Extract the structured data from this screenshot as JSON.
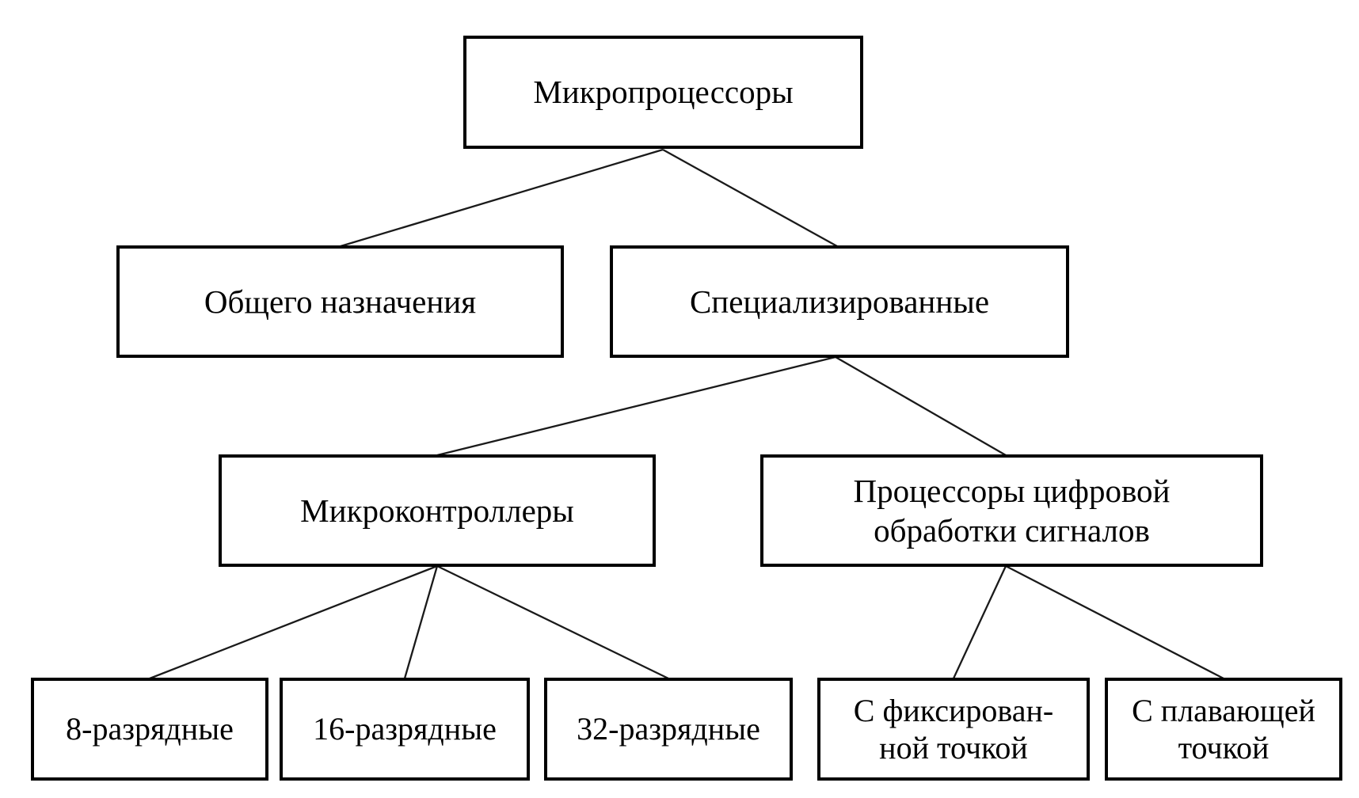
{
  "diagram": {
    "type": "tree",
    "language": "ru",
    "colors": {
      "box_border": "#000000",
      "box_fill": "#ffffff",
      "text": "#000000",
      "connector": "#1a1a1a",
      "page_background": "#ffffff"
    },
    "nodes": {
      "root": {
        "label": "Микропроцессоры"
      },
      "general_purpose": {
        "label": "Общего назначения"
      },
      "specialized": {
        "label": "Специализированные"
      },
      "microcontrollers": {
        "label": "Микроконтроллеры"
      },
      "dsp": {
        "label": "Процессоры цифровой обработки сигналов",
        "lines": [
          "Процессоры цифровой",
          "обработки сигналов"
        ]
      },
      "bit8": {
        "label": "8-разрядные"
      },
      "bit16": {
        "label": "16-разрядные"
      },
      "bit32": {
        "label": "32-разрядные"
      },
      "fixed_point": {
        "label": "С фиксированной точкой",
        "lines": [
          "С фиксирован-",
          "ной точкой"
        ]
      },
      "floating_point": {
        "label": "С плавающей точкой",
        "lines": [
          "С плавающей",
          "точкой"
        ]
      }
    },
    "edges": [
      {
        "from": "root",
        "to": "general_purpose"
      },
      {
        "from": "root",
        "to": "specialized"
      },
      {
        "from": "specialized",
        "to": "microcontrollers"
      },
      {
        "from": "specialized",
        "to": "dsp"
      },
      {
        "from": "microcontrollers",
        "to": "bit8"
      },
      {
        "from": "microcontrollers",
        "to": "bit16"
      },
      {
        "from": "microcontrollers",
        "to": "bit32"
      },
      {
        "from": "dsp",
        "to": "fixed_point"
      },
      {
        "from": "dsp",
        "to": "floating_point"
      }
    ]
  }
}
